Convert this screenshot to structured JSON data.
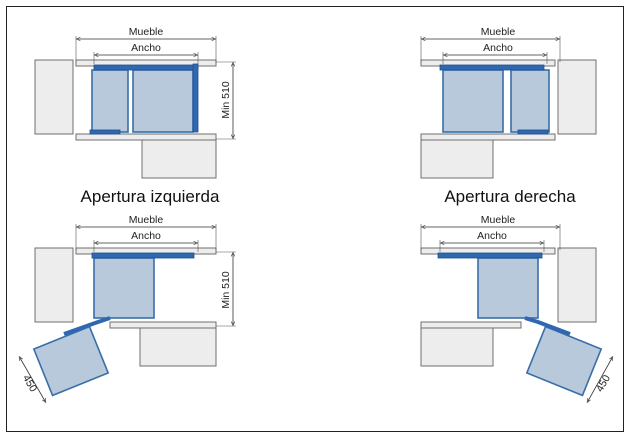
{
  "labels": {
    "mueble": "Mueble",
    "ancho": "Ancho",
    "min510": "Min 510",
    "w450": "450"
  },
  "captions": {
    "left": "Apertura izquierda",
    "right": "Apertura derecha"
  }
}
